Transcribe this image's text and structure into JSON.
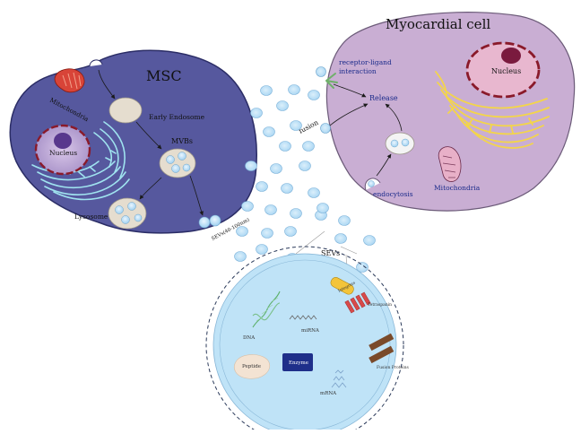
{
  "msc": {
    "title": "MSC",
    "mitochondria": "Mitochondria",
    "nucleus": "Nucleus",
    "early_endosome": "Early Endosome",
    "mvbs": "MVBs",
    "lysosome": "Lysosome",
    "sev_size": "SEVs(40-100nm)"
  },
  "myocardial": {
    "title": "Myocardial cell",
    "nucleus": "Nucleus",
    "receptor_ligand": "receptor-ligand",
    "interaction": "interaction",
    "release": "Release",
    "fusion": "fusion",
    "endocytosis": "endocytosis",
    "mitochondria": "Mitochondria"
  },
  "sev": {
    "label": "SEVs",
    "dna": "DNA",
    "mirna": "miRNA",
    "peptide": "Peptide",
    "enzyme": "Enzyme",
    "mrna": "mRNA",
    "integrins": "Integrins",
    "tetraspanin": "Tetraspanin",
    "fusion_proteins": "Fusion Proteins"
  },
  "colors": {
    "msc_fill": "#56589e",
    "myocardial_fill": "#c9aed3",
    "nucleus_border": "#8a1a2a",
    "er_yellow": "#f3d54a",
    "er_cyan": "#9fe3ef",
    "vesicle": "#bfe0f7",
    "sev_fill": "#bfe3f7",
    "enzyme_box": "#1f2f8a",
    "arrow": "#1a1a1a",
    "label_blue": "#1a2a8a"
  }
}
